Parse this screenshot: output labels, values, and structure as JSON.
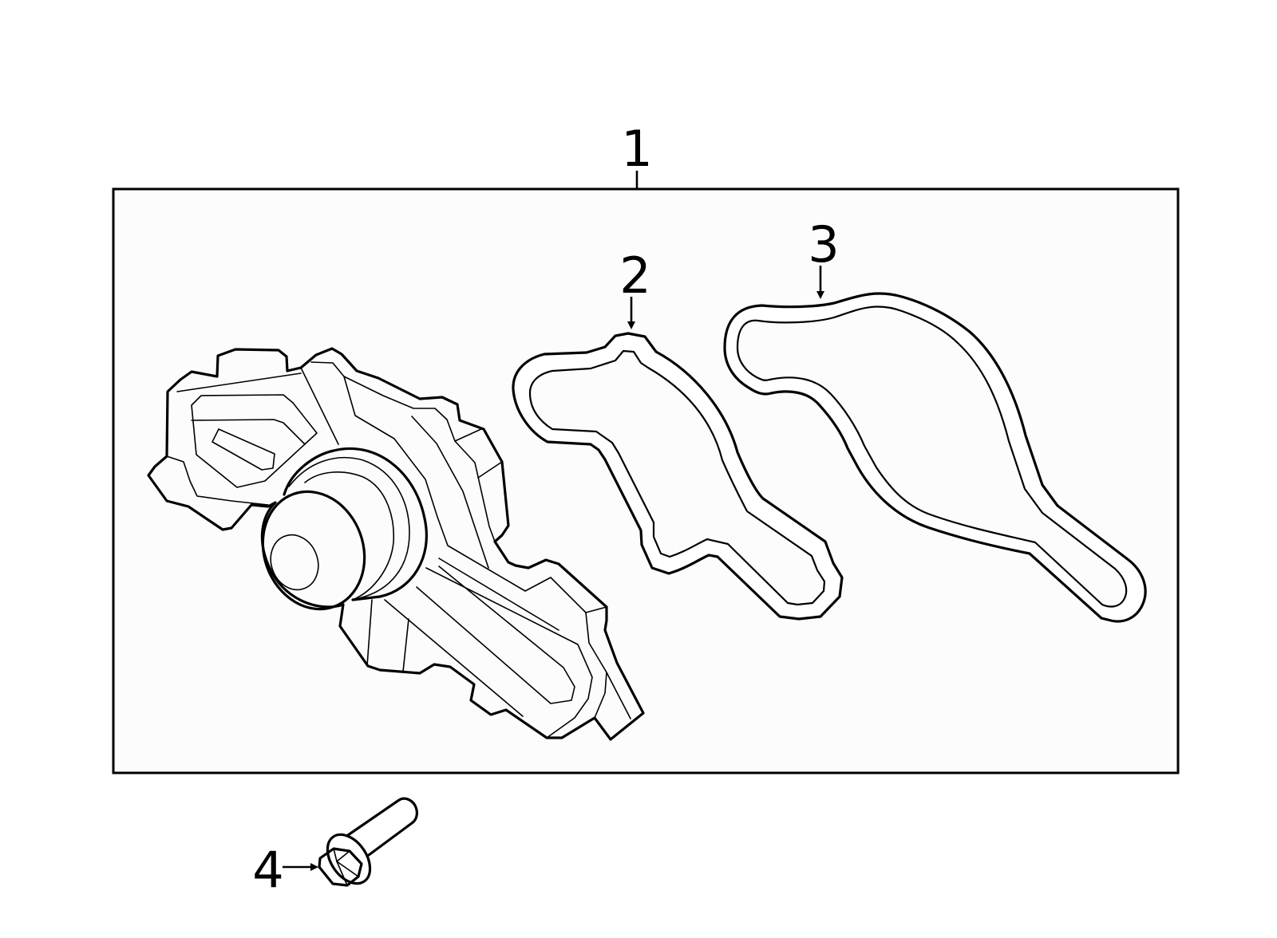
{
  "callouts": {
    "c1": "1",
    "c2": "2",
    "c3": "3",
    "c4": "4"
  },
  "colors": {
    "line": "#000000",
    "assembly_box_fill": "#fcfcfc",
    "background": "#ffffff"
  },
  "icons": {
    "water_pump": "water-pump-assembly-icon",
    "gasket_2": "gasket-icon",
    "gasket_3": "gasket-icon",
    "bolt": "bolt-icon"
  }
}
